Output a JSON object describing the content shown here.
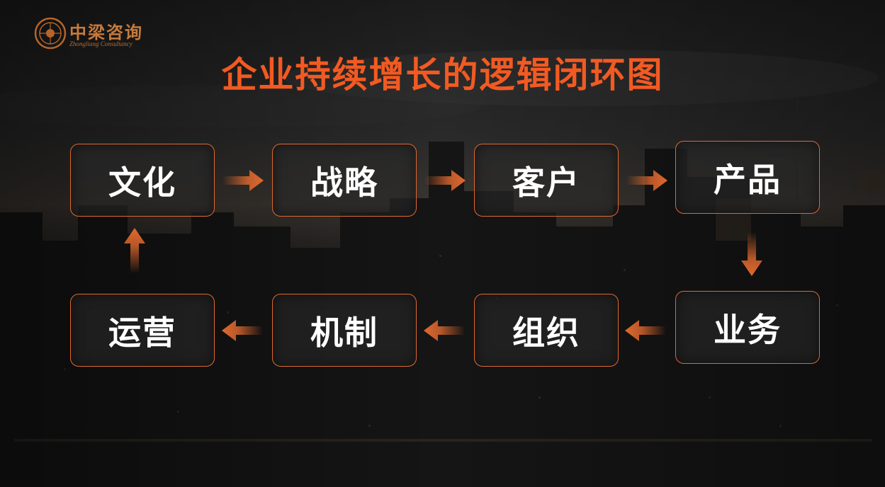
{
  "logo": {
    "name_cn": "中梁咨询",
    "name_en": "Zhongliang Consultancy"
  },
  "title": "企业持续增长的逻辑闭环图",
  "colors": {
    "title": "#f25a22",
    "node_border": "#e0692e",
    "arrow": "#e0692e",
    "logo": "#c77a3c"
  },
  "nodes": {
    "culture": "文化",
    "strategy": "战略",
    "customer": "客户",
    "product": "产品",
    "business": "业务",
    "organization": "组织",
    "mechanism": "机制",
    "operations": "运营"
  },
  "flow": [
    "文化",
    "战略",
    "客户",
    "产品",
    "业务",
    "组织",
    "机制",
    "运营",
    "文化"
  ]
}
